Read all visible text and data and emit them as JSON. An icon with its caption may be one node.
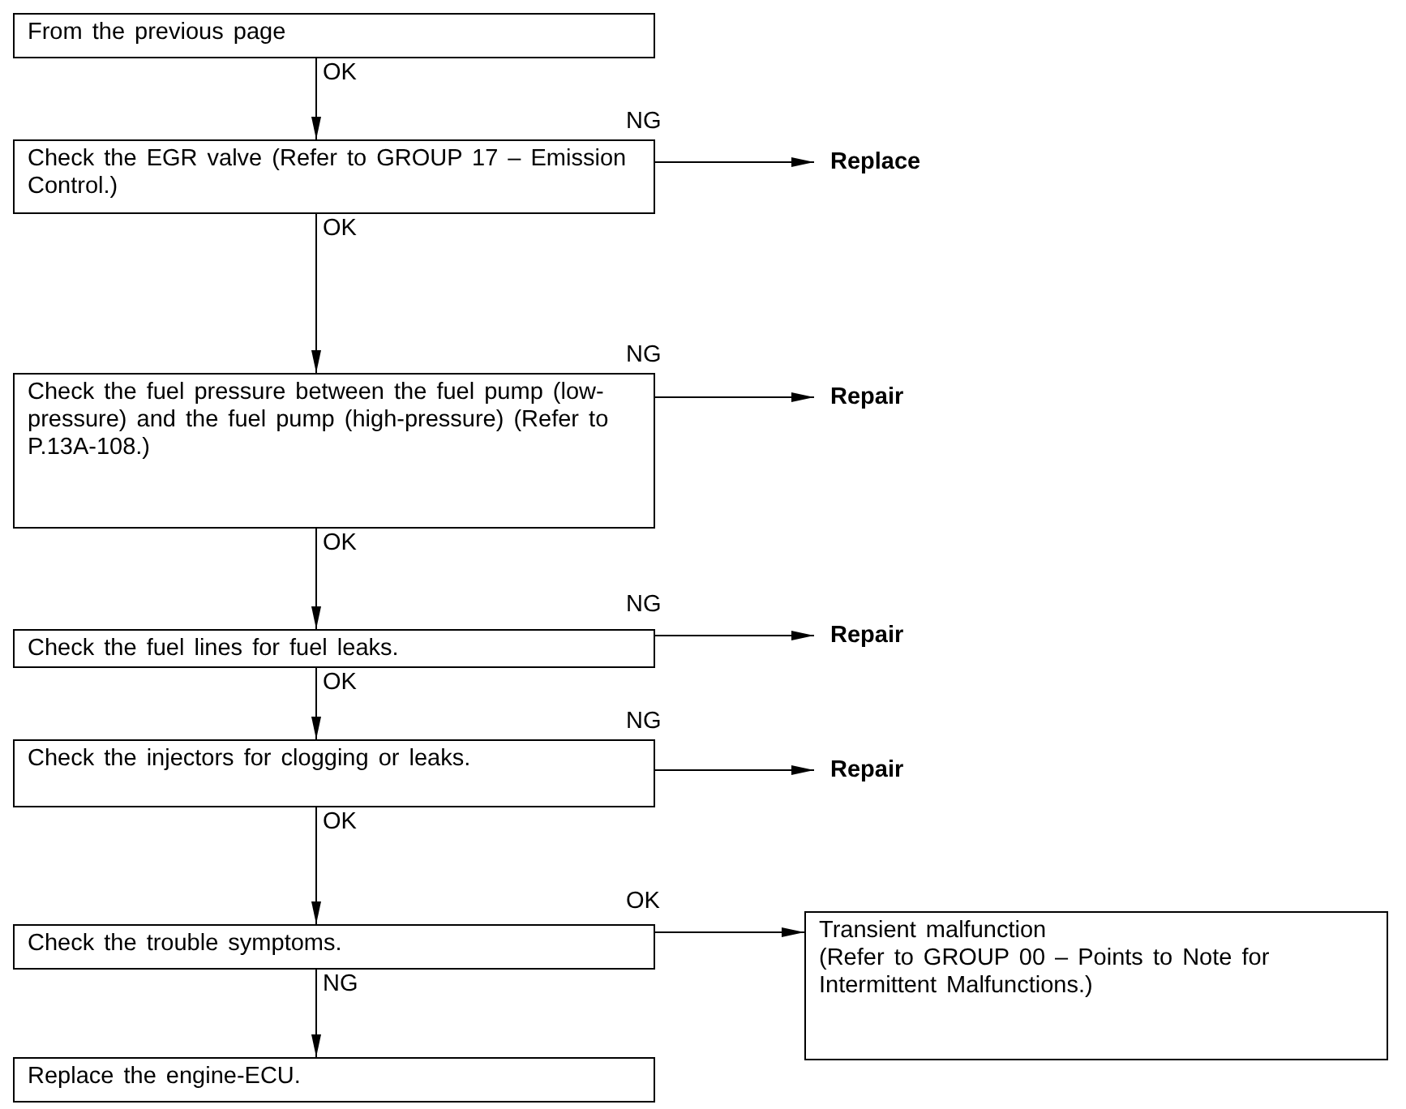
{
  "diagram": {
    "nodes": [
      {
        "text": [
          "From the previous page"
        ]
      },
      {
        "text": [
          "Check the EGR valve (Refer to GROUP 17 – Emission Control.)"
        ]
      },
      {
        "text": [
          "Check the fuel pressure between the fuel pump (low-pressure) and the fuel pump (high-pressure) (Refer to P.13A-108.)"
        ]
      },
      {
        "text": [
          "Check the fuel lines for fuel leaks."
        ]
      },
      {
        "text": [
          "Check the injectors for clogging or leaks."
        ]
      },
      {
        "text": [
          "Check the trouble symptoms."
        ]
      },
      {
        "text": [
          "Replace the engine-ECU."
        ]
      },
      {
        "text": [
          "Replace"
        ]
      },
      {
        "text": [
          "Repair"
        ]
      },
      {
        "text": [
          "Repair"
        ]
      },
      {
        "text": [
          "Repair"
        ]
      },
      {
        "text": [
          "Transient malfunction",
          "(Refer to GROUP 00 – Points to Note for Intermittent Malfunctions.)"
        ]
      }
    ],
    "edges": [
      {
        "from": 0,
        "to": 1,
        "arrow": "to",
        "label": "OK"
      },
      {
        "from": 1,
        "to": 7,
        "arrow": "to",
        "label": "NG"
      },
      {
        "from": 1,
        "to": 2,
        "arrow": "to",
        "label": "OK"
      },
      {
        "from": 2,
        "to": 8,
        "arrow": "to",
        "label": "NG"
      },
      {
        "from": 2,
        "to": 3,
        "arrow": "to",
        "label": "OK"
      },
      {
        "from": 3,
        "to": 9,
        "arrow": "to",
        "label": "NG"
      },
      {
        "from": 3,
        "to": 4,
        "arrow": "to",
        "label": "OK"
      },
      {
        "from": 4,
        "to": 10,
        "arrow": "to",
        "label": "NG"
      },
      {
        "from": 4,
        "to": 5,
        "arrow": "to",
        "label": "OK"
      },
      {
        "from": 5,
        "to": 11,
        "arrow": "to",
        "label": "OK"
      },
      {
        "from": 5,
        "to": 6,
        "arrow": "to",
        "label": "NG"
      }
    ]
  }
}
